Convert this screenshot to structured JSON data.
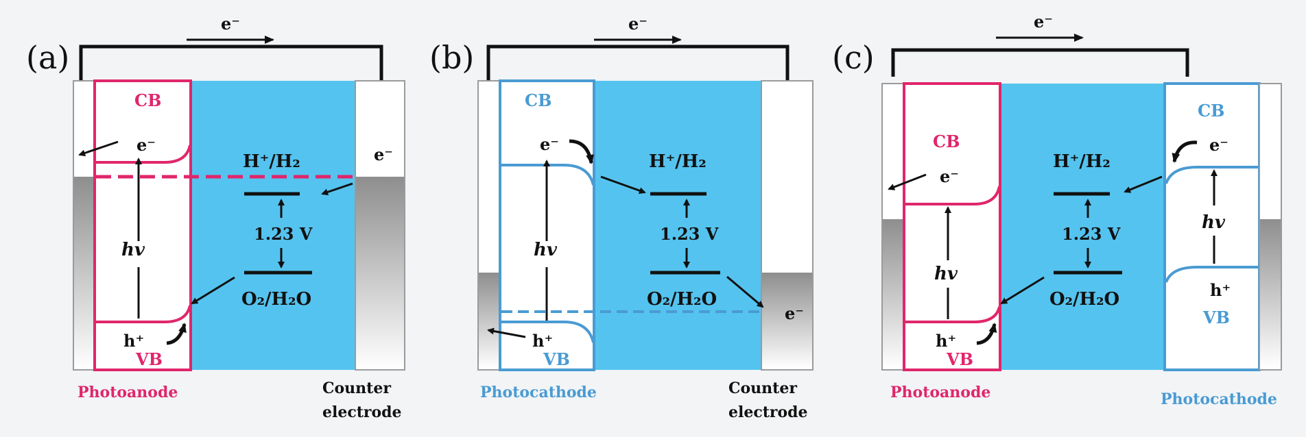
{
  "colors": {
    "background": "#f2f4f6",
    "electrolyte": "#55c3ef",
    "electrode": "#ffffff",
    "photoanode": "#e0266b",
    "photocathode": "#4a9bd3",
    "line": "#111111"
  },
  "panels": [
    {
      "label": "(a)",
      "electron_top": "e⁻",
      "left_electrode": {
        "cb": "CB",
        "vb": "VB",
        "electron": "e⁻",
        "hole": "h⁺",
        "photon": "hv",
        "caption": "Photoanode"
      },
      "right_electrode": {
        "electron": "e⁻",
        "caption_line1": "Counter",
        "caption_line2": "electrode"
      },
      "redox": {
        "h_couple": "H⁺/H₂",
        "o_couple": "O₂/H₂O",
        "voltage": "1.23 V"
      }
    },
    {
      "label": "(b)",
      "electron_top": "e⁻",
      "left_electrode": {
        "cb": "CB",
        "vb": "VB",
        "electron": "e⁻",
        "hole": "h⁺",
        "photon": "hv",
        "caption": "Photocathode"
      },
      "right_electrode": {
        "electron": "e⁻",
        "caption_line1": "Counter",
        "caption_line2": "electrode"
      },
      "redox": {
        "h_couple": "H⁺/H₂",
        "o_couple": "O₂/H₂O",
        "voltage": "1.23 V"
      }
    },
    {
      "label": "(c)",
      "electron_top": "e⁻",
      "left_electrode": {
        "cb": "CB",
        "vb": "VB",
        "electron": "e⁻",
        "hole": "h⁺",
        "photon": "hv",
        "caption": "Photoanode"
      },
      "right_electrode": {
        "cb": "CB",
        "vb": "VB",
        "electron": "e⁻",
        "hole": "h⁺",
        "photon": "hv",
        "caption": "Photocathode"
      },
      "redox": {
        "h_couple": "H⁺/H₂",
        "o_couple": "O₂/H₂O",
        "voltage": "1.23 V"
      }
    }
  ]
}
